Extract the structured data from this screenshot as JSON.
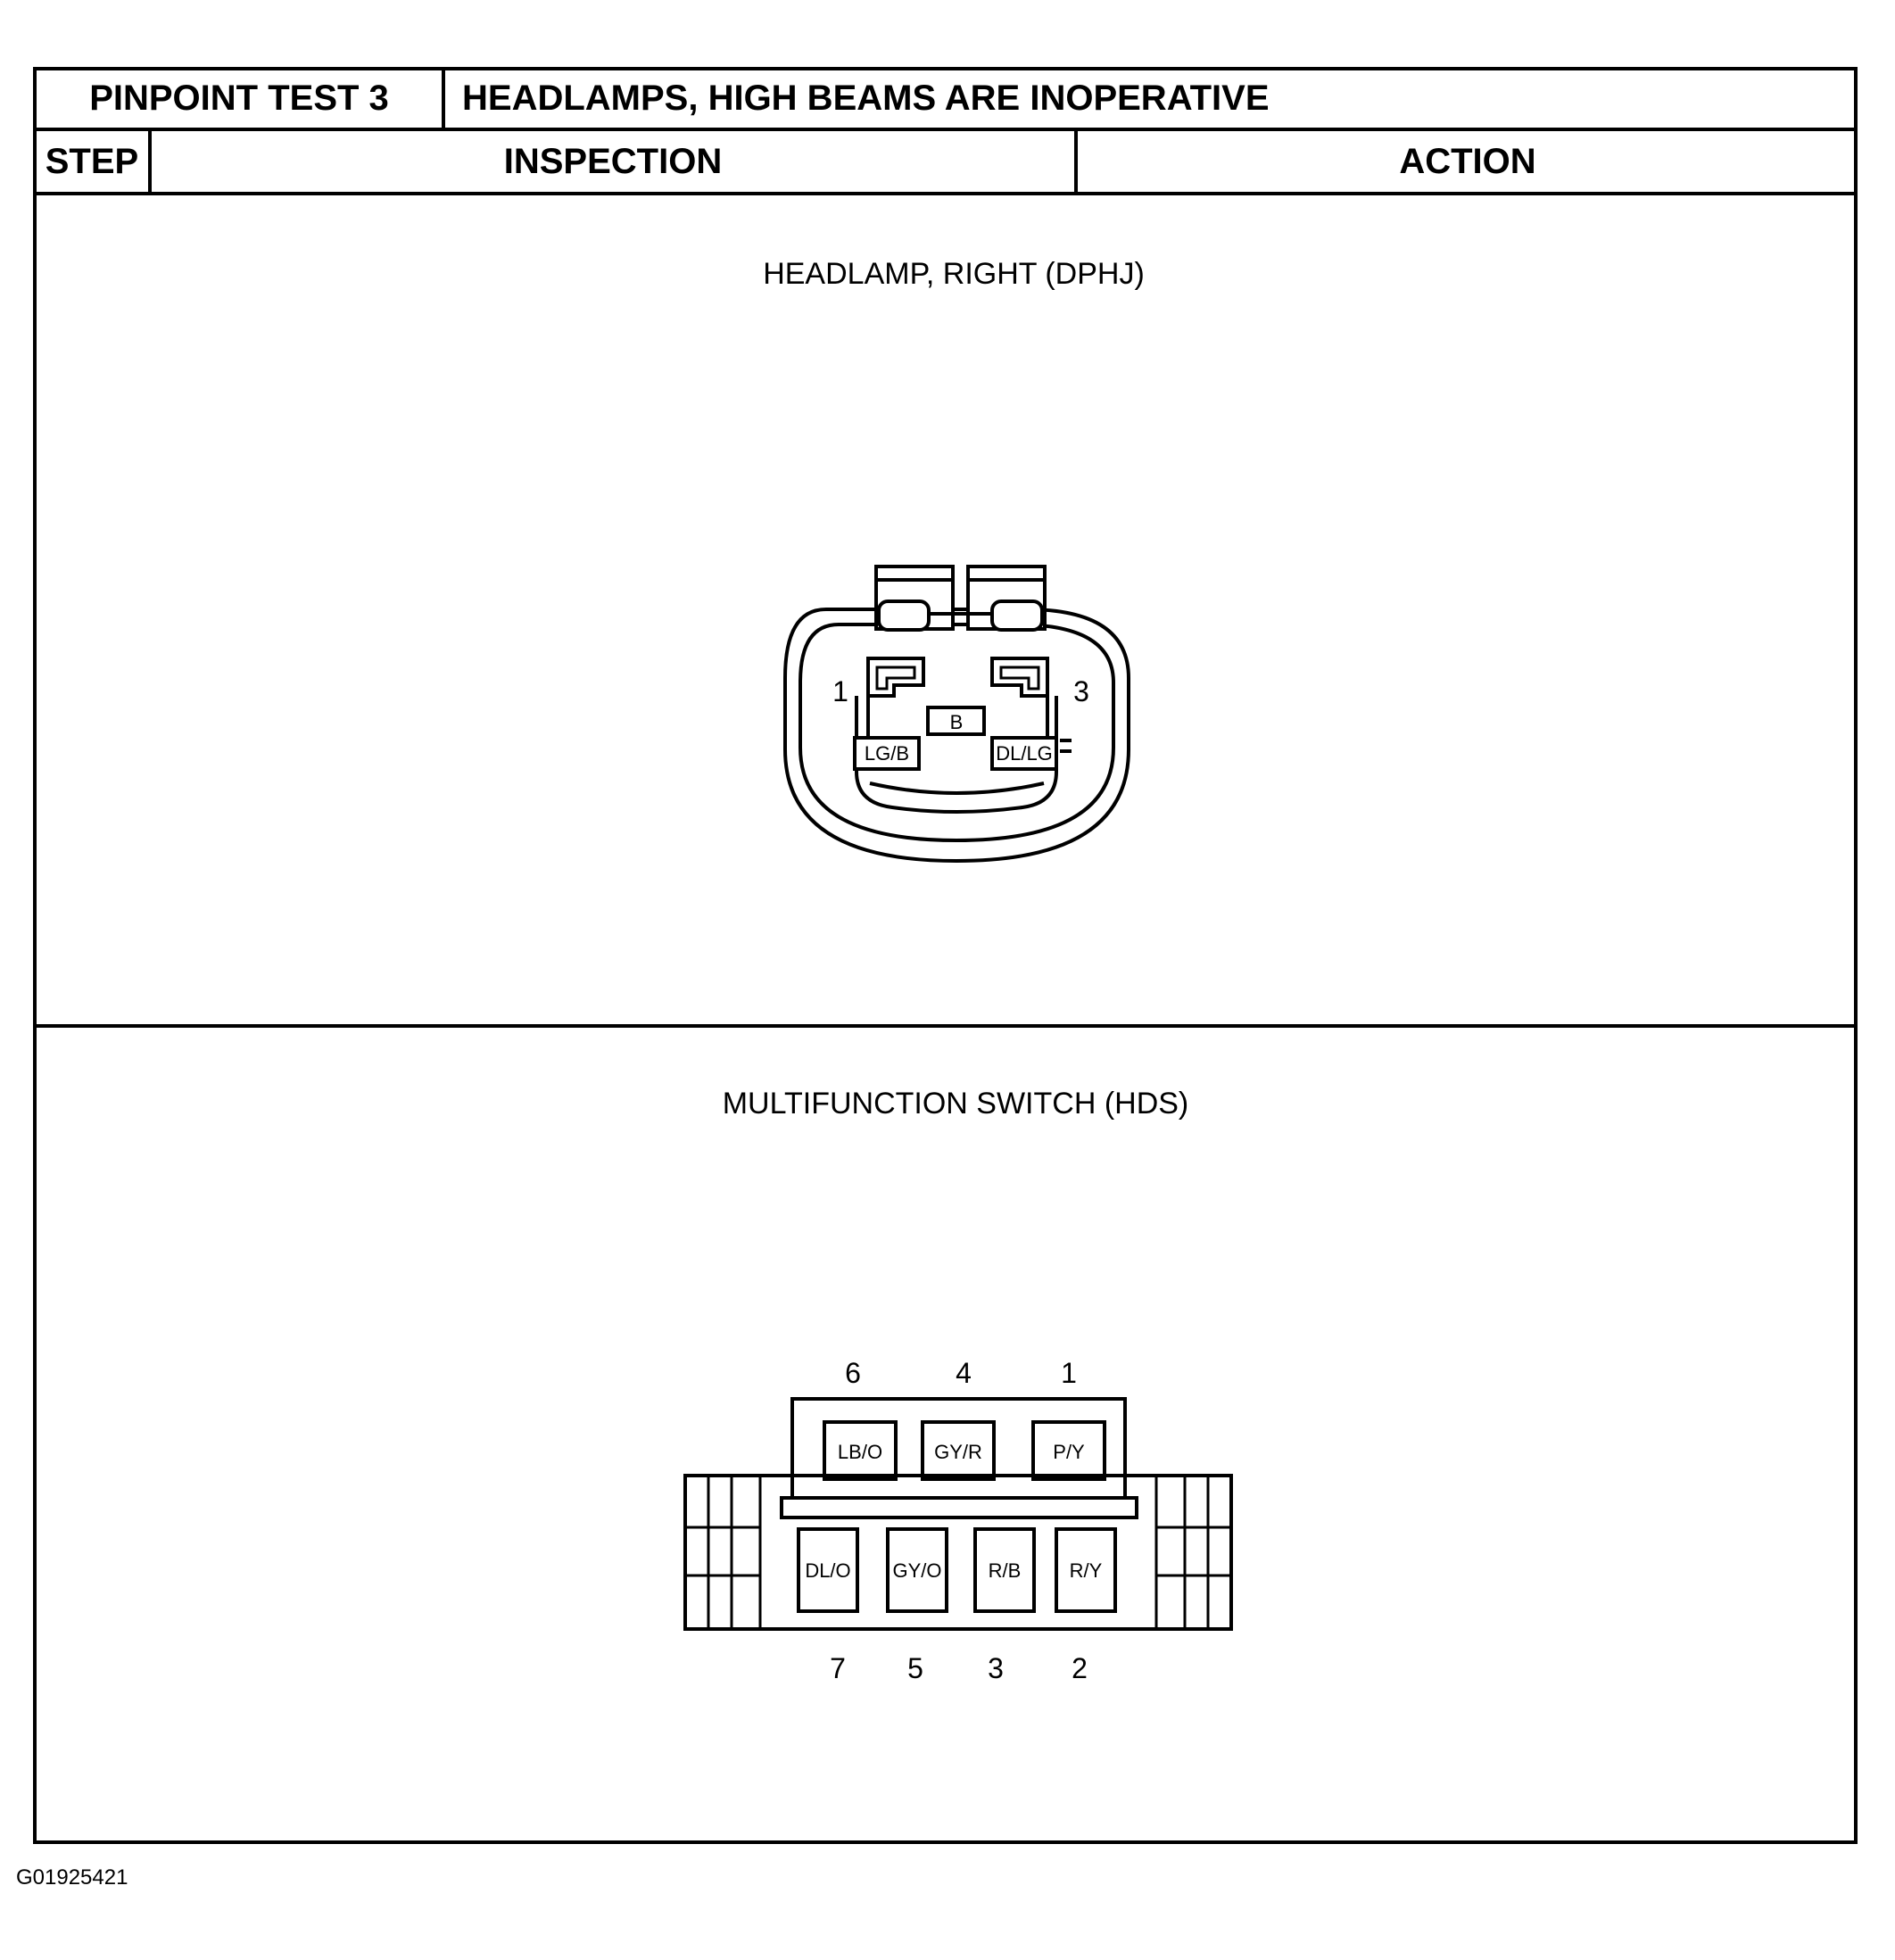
{
  "header": {
    "test_name": "PINPOINT TEST 3",
    "test_title": "HEADLAMPS, HIGH BEAMS ARE INOPERATIVE",
    "col_step": "STEP",
    "col_inspection": "INSPECTION",
    "col_action": "ACTION"
  },
  "headlamp": {
    "title": "HEADLAMP, RIGHT (DPHJ)",
    "pin_left": "1",
    "pin_right": "3",
    "wire_left": "LG/B",
    "wire_center": "B",
    "wire_right": "DL/LG"
  },
  "switch": {
    "title": "MULTIFUNCTION SWITCH (HDS)",
    "top_pins": [
      "6",
      "4",
      "1"
    ],
    "top_wires": [
      "LB/O",
      "GY/R",
      "P/Y"
    ],
    "bottom_pins": [
      "7",
      "5",
      "3",
      "2"
    ],
    "bottom_wires": [
      "DL/O",
      "GY/O",
      "R/B",
      "R/Y"
    ]
  },
  "footer": {
    "figure_id": "G01925421"
  }
}
